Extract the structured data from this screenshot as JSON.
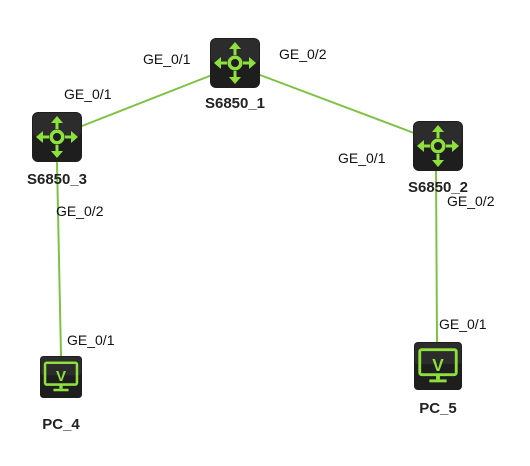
{
  "colors": {
    "link": "#7dc242",
    "icon_bg": "#1e1e1e",
    "icon_fg": "#8ee03c"
  },
  "nodes": {
    "s6850_1": {
      "label": "S6850_1",
      "type": "switch",
      "icon": "switch-icon"
    },
    "s6850_2": {
      "label": "S6850_2",
      "type": "switch",
      "icon": "switch-icon"
    },
    "s6850_3": {
      "label": "S6850_3",
      "type": "switch",
      "icon": "switch-icon"
    },
    "pc_4": {
      "label": "PC_4",
      "type": "pc",
      "icon": "monitor-icon"
    },
    "pc_5": {
      "label": "PC_5",
      "type": "pc",
      "icon": "monitor-icon"
    }
  },
  "links": {
    "s1_s3": {
      "a": "S6850_1",
      "a_port": "GE_0/1",
      "b": "S6850_3",
      "b_port": "GE_0/1"
    },
    "s1_s2": {
      "a": "S6850_1",
      "a_port": "GE_0/2",
      "b": "S6850_2",
      "b_port": "GE_0/1"
    },
    "s3_pc4": {
      "a": "S6850_3",
      "a_port": "GE_0/2",
      "b": "PC_4",
      "b_port": "GE_0/1"
    },
    "s2_pc5": {
      "a": "S6850_2",
      "a_port": "GE_0/2",
      "b": "PC_5",
      "b_port": "GE_0/1"
    }
  }
}
